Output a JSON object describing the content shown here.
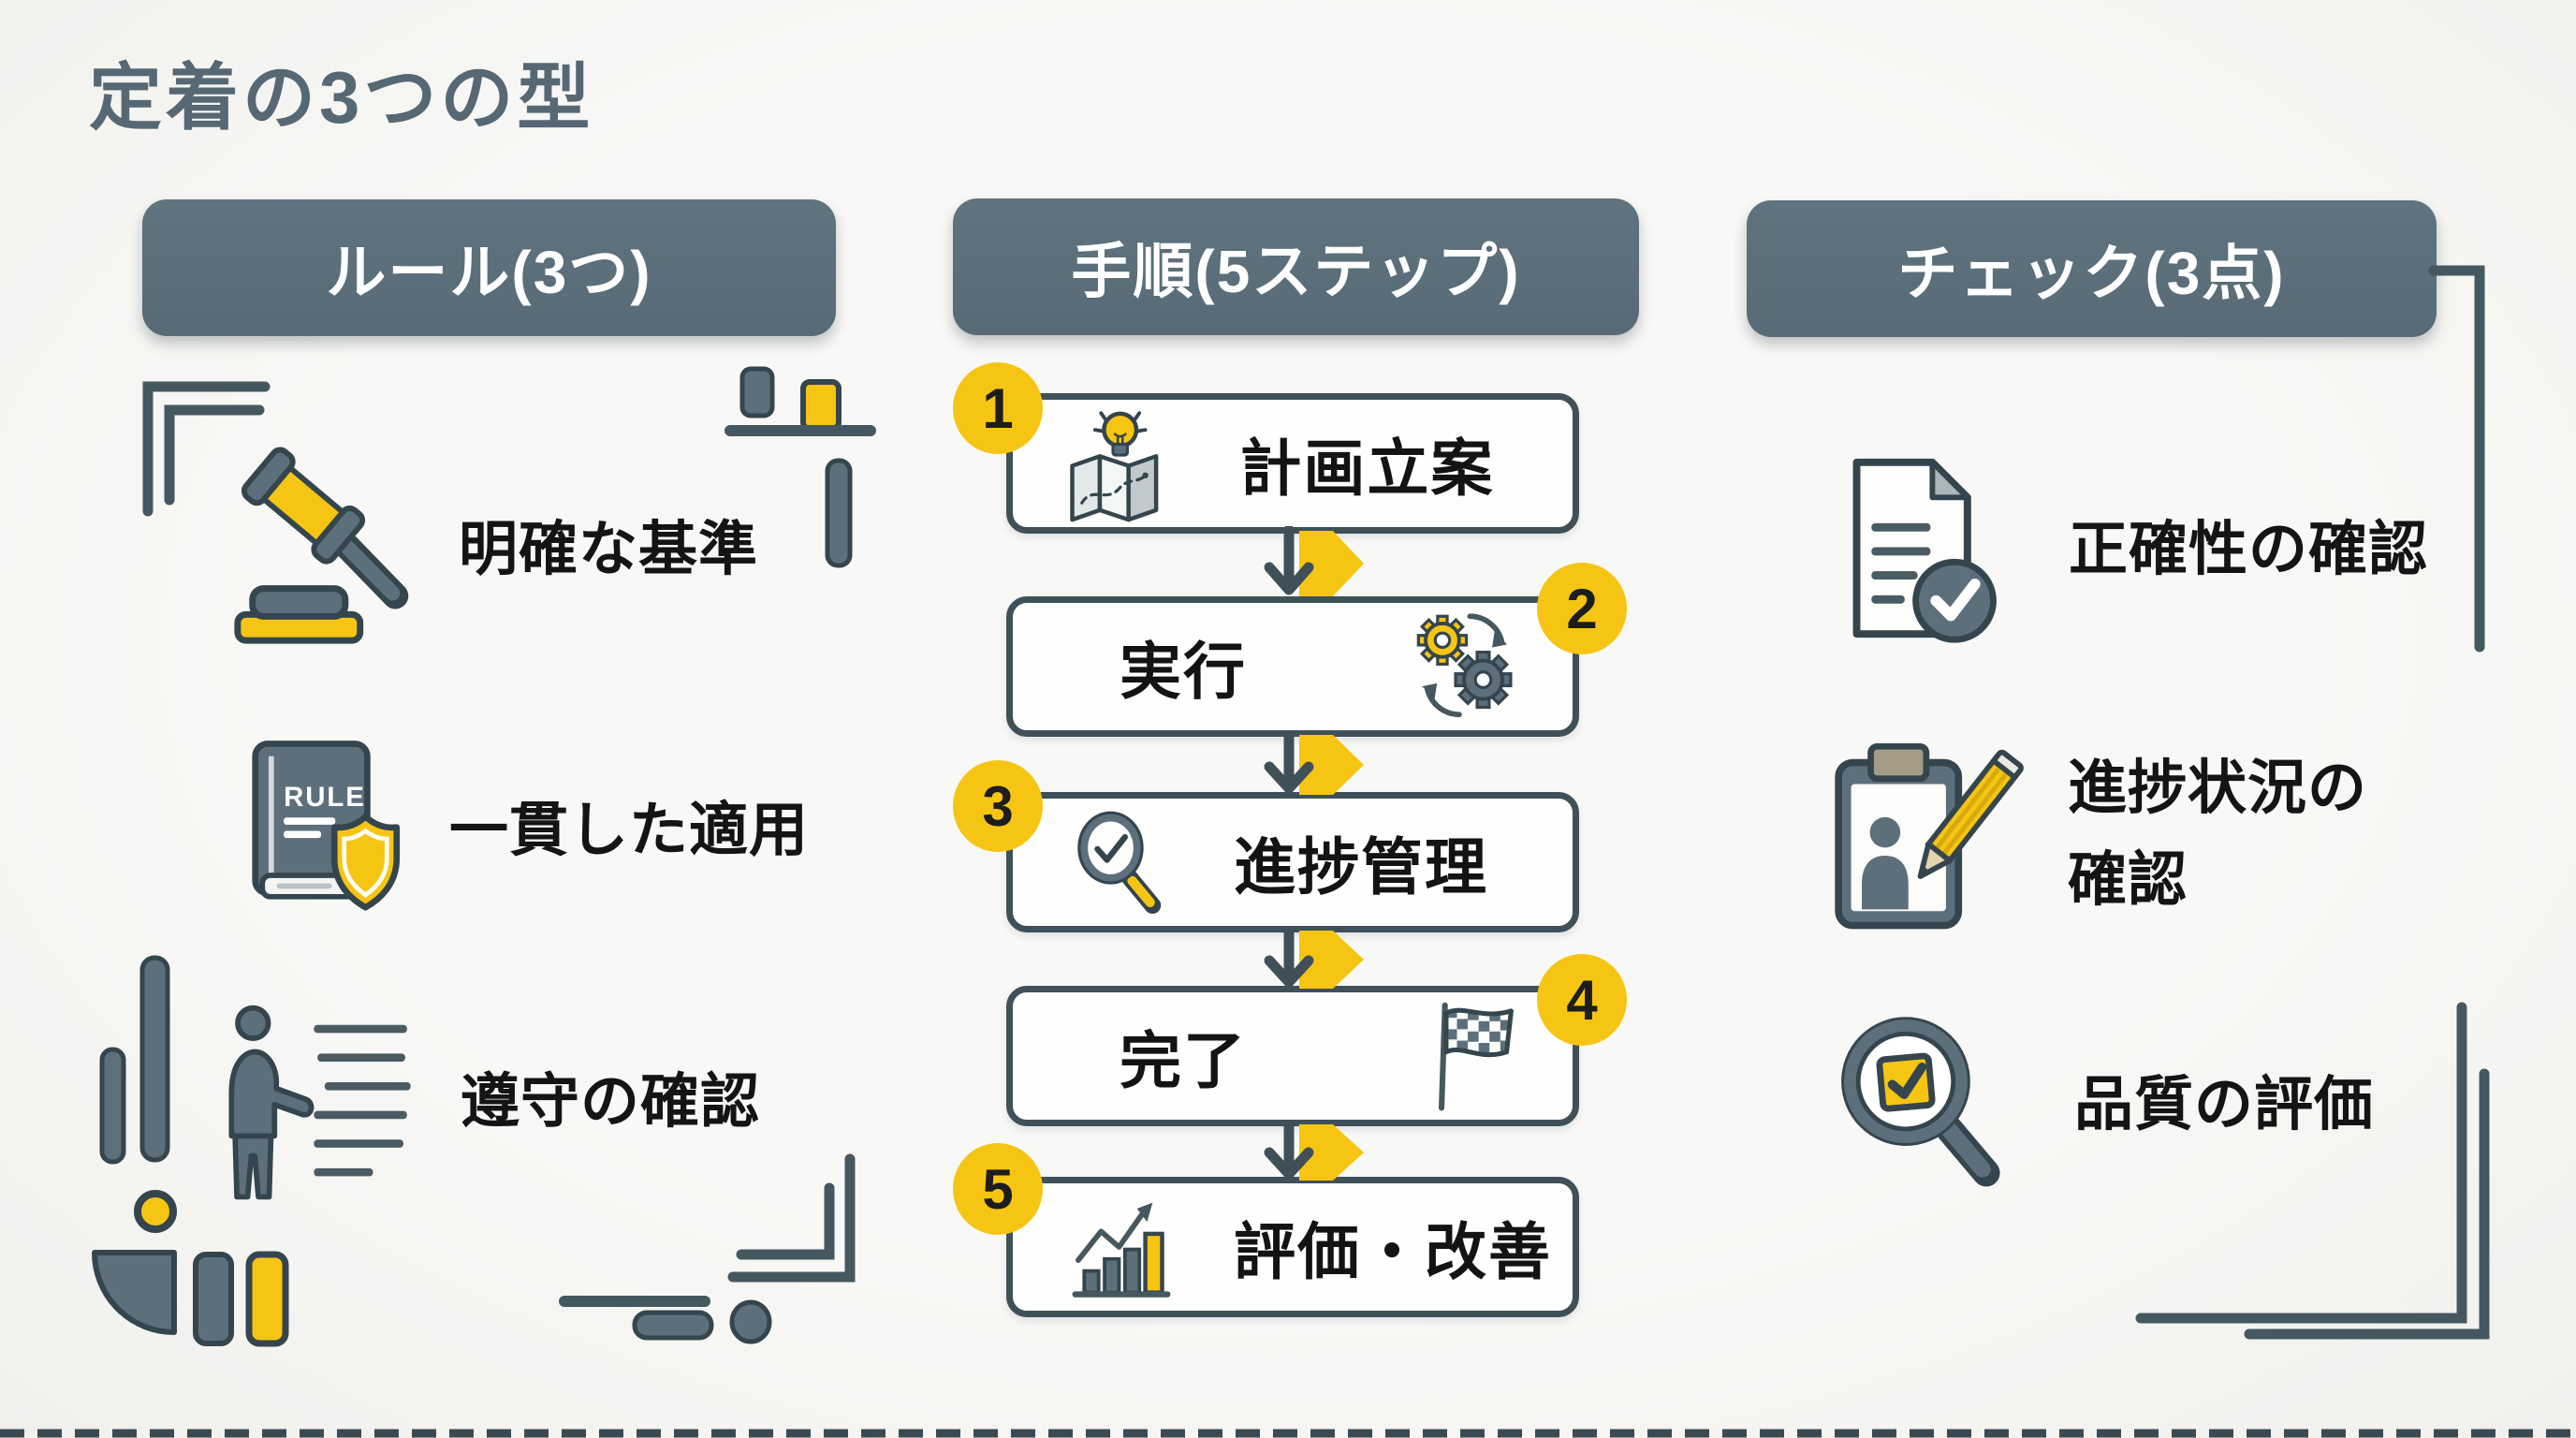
{
  "page": {
    "title": "定着の3つの型"
  },
  "colors": {
    "background": "#f6f6f4",
    "header_slate": "#5b6e79",
    "icon_slate": "#5d6f7a",
    "outline_dark": "#35454d",
    "line_slate": "#46585f",
    "accent_yellow": "#f6c514",
    "box_border": "#3f5058",
    "header_text": "#ffffff",
    "item_text": "#141414",
    "title_text": "#566873"
  },
  "columns": {
    "rules": {
      "header": "ルール(3つ)",
      "items": [
        {
          "label": "明確な基準",
          "icon": "gavel-icon"
        },
        {
          "label": "一貫した適用",
          "icon": "rule-book-shield-icon",
          "book_text": "RULE"
        },
        {
          "label": "遵守の確認",
          "icon": "person-report-icon"
        }
      ]
    },
    "steps": {
      "header": "手順(5ステップ)",
      "items": [
        {
          "number": "1",
          "label": "計画立案",
          "icon": "map-idea-icon"
        },
        {
          "number": "2",
          "label": "実行",
          "icon": "gears-icon"
        },
        {
          "number": "3",
          "label": "進捗管理",
          "icon": "magnifier-check-icon"
        },
        {
          "number": "4",
          "label": "完了",
          "icon": "finish-flag-icon"
        },
        {
          "number": "5",
          "label": "評価・改善",
          "icon": "growth-chart-icon"
        }
      ]
    },
    "checks": {
      "header": "チェック(3点)",
      "items": [
        {
          "label": "正確性の確認",
          "icon": "document-check-icon"
        },
        {
          "label_line1": "進捗状況の",
          "label_line2": "確認",
          "icon": "clipboard-pencil-icon"
        },
        {
          "label": "品質の評価",
          "icon": "magnifier-checkbox-icon"
        }
      ]
    }
  }
}
